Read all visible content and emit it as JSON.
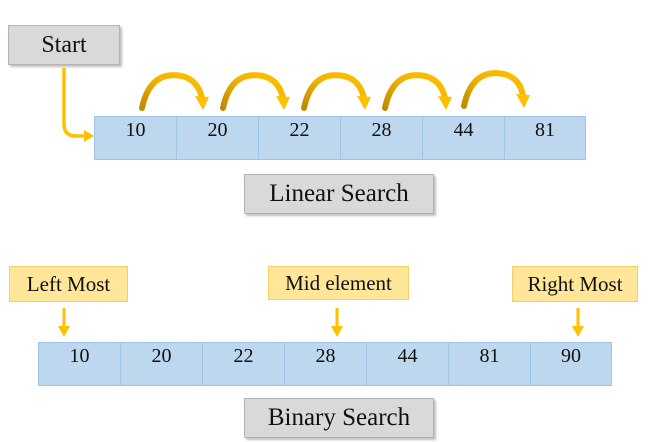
{
  "linear": {
    "start_label": "Start",
    "values": [
      "10",
      "20",
      "22",
      "28",
      "44",
      "81"
    ],
    "caption": "Linear Search"
  },
  "binary": {
    "left_label": "Left Most",
    "mid_label": "Mid element",
    "right_label": "Right Most",
    "values": [
      "10",
      "20",
      "22",
      "28",
      "44",
      "81",
      "90"
    ],
    "caption": "Binary Search"
  },
  "colors": {
    "arrow": "#ffc000",
    "arrow_dark": "#c79000",
    "cell_fill": "#bdd7ee",
    "pointer_label_fill": "#ffe699",
    "caption_fill": "#d9d9d9"
  }
}
